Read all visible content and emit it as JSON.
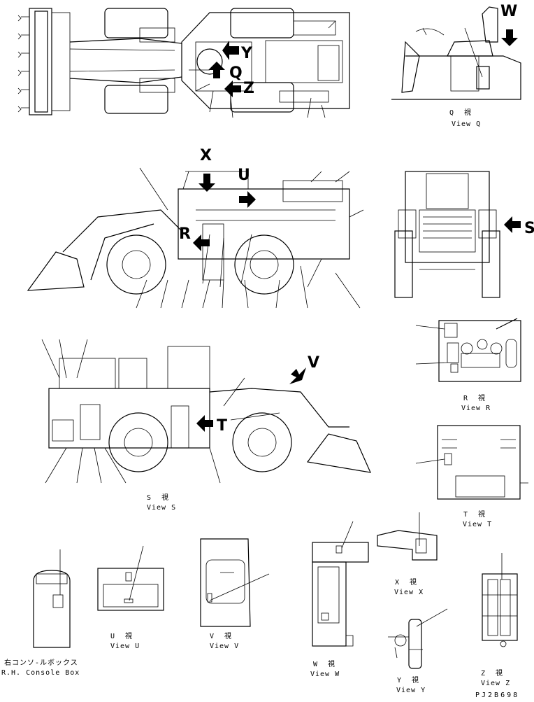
{
  "markers": {
    "W": "W",
    "Y": "Y",
    "Q": "Q",
    "Z": "Z",
    "X": "X",
    "U": "U",
    "R": "R",
    "S": "S",
    "V": "V",
    "T": "T"
  },
  "views": {
    "q_jp": "Q  視",
    "q_en": "View Q",
    "r_jp": "R  視",
    "r_en": "View R",
    "s_jp": "S  視",
    "s_en": "View S",
    "t_jp": "T  視",
    "t_en": "View T",
    "u_jp": "U  視",
    "u_en": "View U",
    "v_jp": "V  視",
    "v_en": "View V",
    "w_jp": "W  視",
    "w_en": "View W",
    "x_jp": "X  視",
    "x_en": "View X",
    "y_jp": "Y  視",
    "y_en": "View Y",
    "z_jp": "Z  視",
    "z_en": "View Z",
    "console_jp": "右コンソ-ルボックス",
    "console_en": "R.H. Console Box"
  },
  "drawing_code": "PJ2B698"
}
